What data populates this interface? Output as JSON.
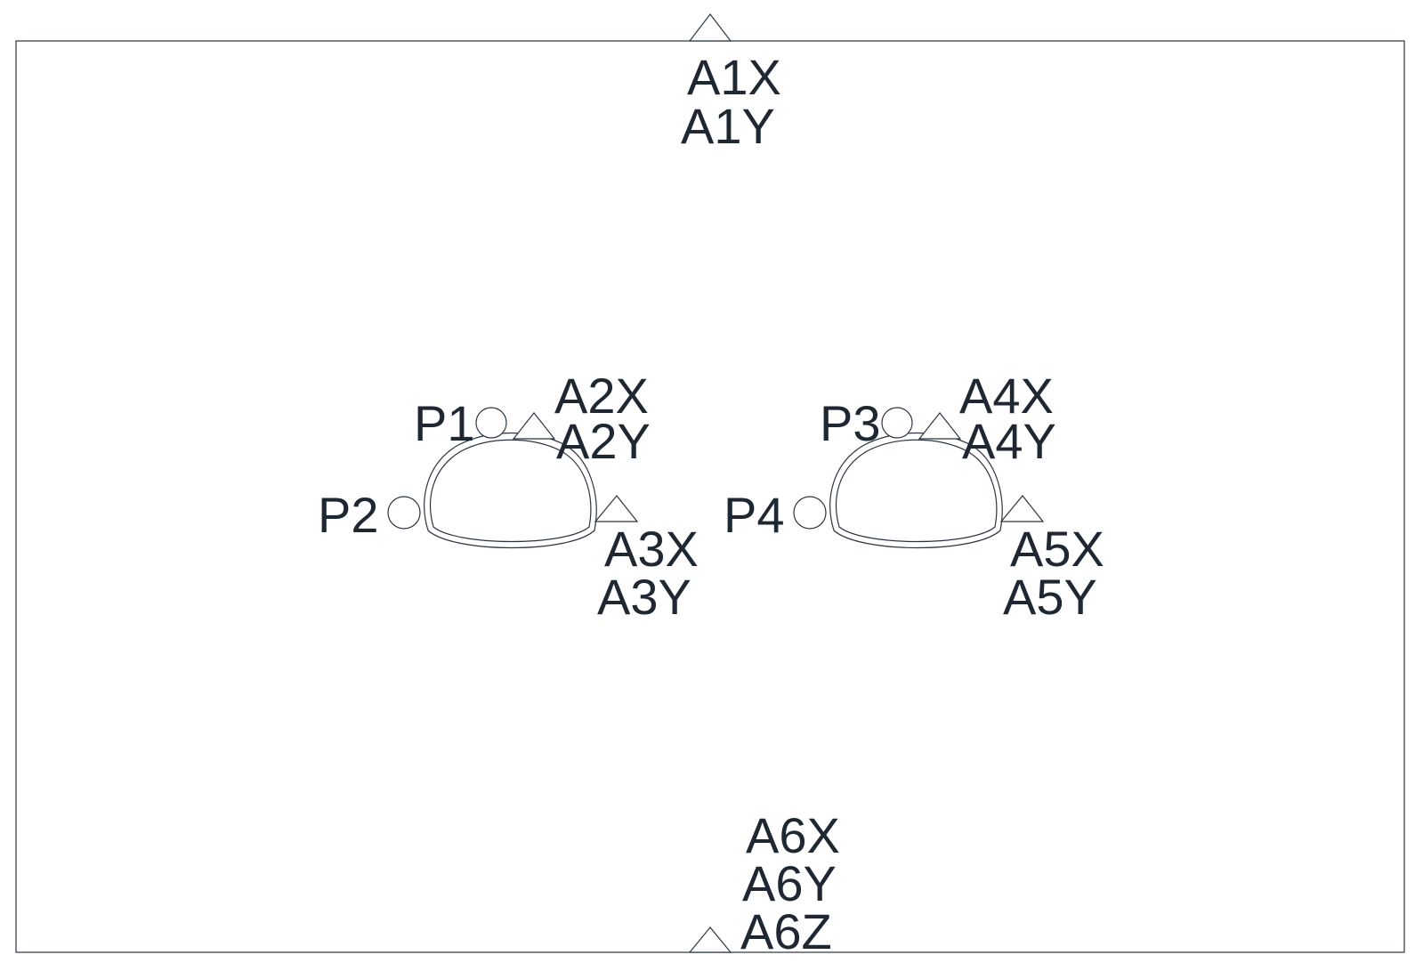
{
  "colors": {
    "line": "#2b3440",
    "text": "#1f2733",
    "background": "#ffffff"
  },
  "labels": {
    "a1x": "A1X",
    "a1y": "A1Y",
    "p1": "P1",
    "p2": "P2",
    "p3": "P3",
    "p4": "P4",
    "a2x": "A2X",
    "a2y": "A2Y",
    "a3x": "A3X",
    "a3y": "A3Y",
    "a4x": "A4X",
    "a4y": "A4Y",
    "a5x": "A5X",
    "a5y": "A5Y",
    "a6x": "A6X",
    "a6y": "A6Y",
    "a6z": "A6Z"
  }
}
